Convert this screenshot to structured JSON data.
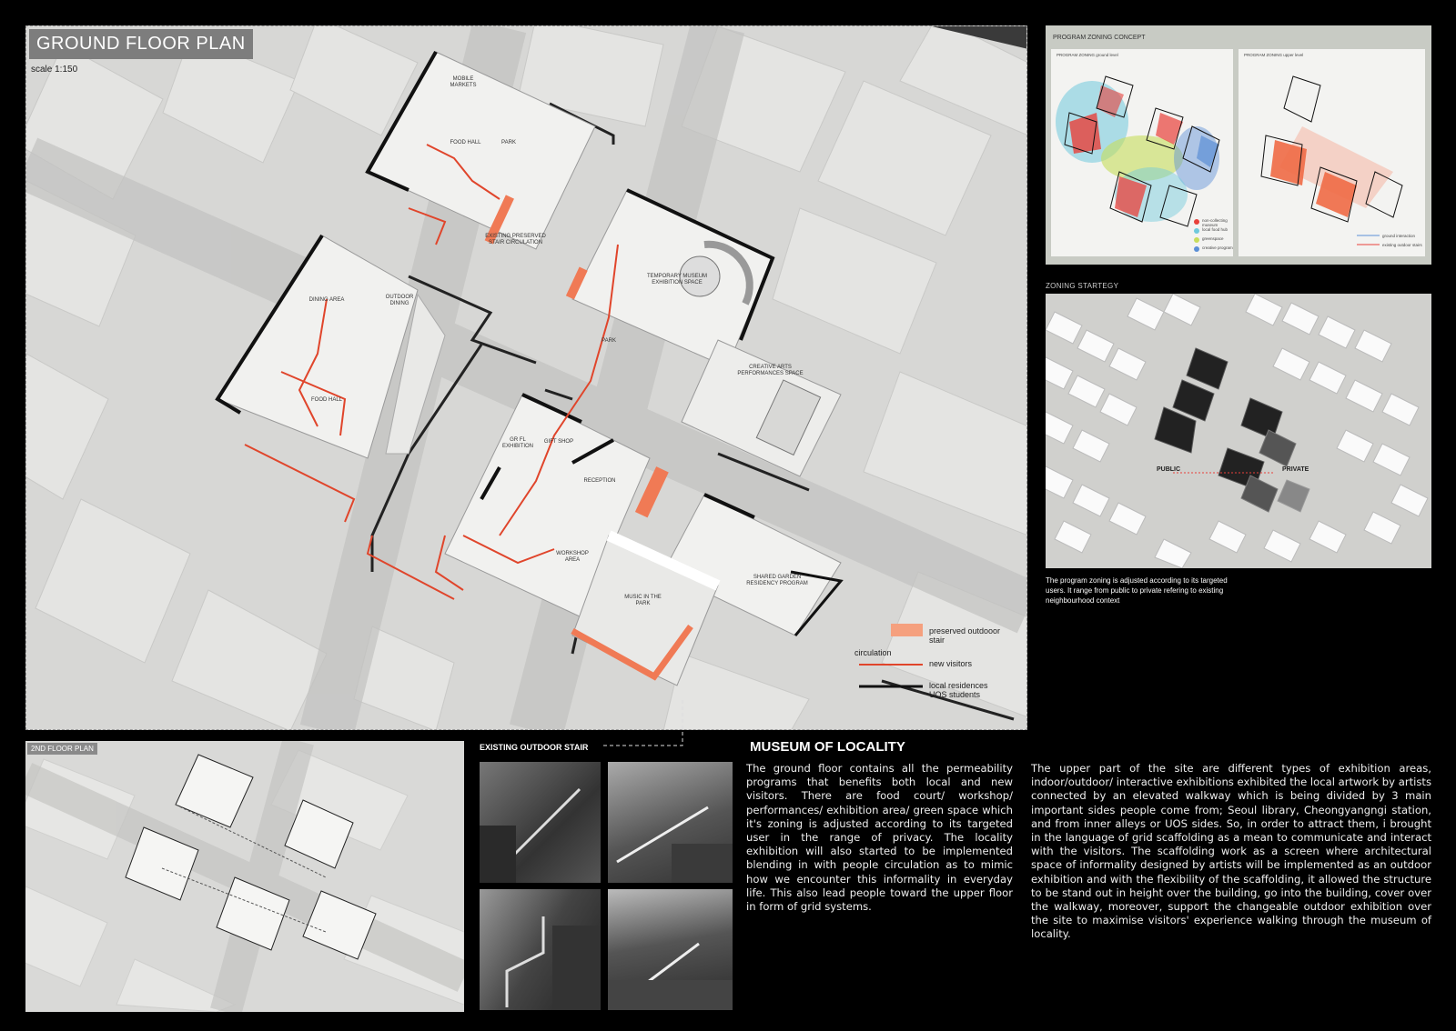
{
  "main_plan": {
    "title": "GROUND FLOOR PLAN",
    "scale": "scale 1:150",
    "labels": {
      "mobile_markets": "MOBILE MARKETS",
      "food_hall_top": "FOOD HALL",
      "park_top": "PARK",
      "existing_stair": "EXISTING PRESERVED STAIR CIRCULATION",
      "dining_area": "DINING AREA",
      "outdoor_dining": "OUTDOOR DINING",
      "food_hall_left": "FOOD HALL",
      "temporary_museum": "TEMPORARY MUSEUM EXHIBITION SPACE",
      "park_mid": "PARK",
      "creative_arts": "CREATIVE ARTS PERFORMANCES SPACE",
      "gr_fl_exhibition": "GR FL EXHIBITION",
      "gift_shop": "GIFT SHOP",
      "reception": "RECEPTION",
      "workshop_area": "WORKSHOP AREA",
      "music_in_park": "MUSIC IN THE PARK",
      "shared_garden": "SHARED GARDEN RESIDENCY PROGRAM"
    },
    "legend": {
      "preserved": "preserved outdooor stair",
      "circulation": "circulation",
      "new_visitors": "new visitors",
      "local": "local residences UOS students"
    }
  },
  "zoning_concept": {
    "title": "PROGRAM ZONING CONCEPT",
    "left_caption": "PROGRAM ZONING ground level",
    "right_caption": "PROGRAM ZONING upper level",
    "legend_left": [
      "non-collecting museum",
      "local food hub",
      "greenspace",
      "creative program"
    ],
    "legend_right": [
      "ground interaction",
      "existing outdoor stairs"
    ],
    "colors": {
      "red": "#e8403a",
      "cyan": "#6fc9dc",
      "green": "#c7dd5c",
      "blue": "#5b8fd6",
      "orange": "#f06a45"
    }
  },
  "zoning_strategy": {
    "title": "ZONING STARTEGY",
    "public": "PUBLIC",
    "private": "PRIVATE",
    "caption": "The program zoning is adjusted according to its targeted users. It range from public to private refering to existing neighbourhood context"
  },
  "second_floor": {
    "title": "2ND FLOOR PLAN"
  },
  "stair_photos": {
    "title": "EXISTING OUTDOOR STAIR"
  },
  "museum": {
    "title": "MUSEUM OF LOCALITY",
    "para1": "The ground floor contains all the permeability programs that benefits both local and new visitors. There are food court/ workshop/ performances/ exhibition area/ green space which it's zoning is adjusted according to its targeted user in the range of privacy. The locality exhibition will also started to be implemented blending in with people circulation as to mimic how we encounter this informality in everyday life. This also lead people toward the upper floor in form of grid systems.",
    "para2": "The upper part of the site are different types of exhibition areas, indoor/outdoor/ interactive exhibitions exhibited the local artwork by artists connected by an elevated walkway which is being divided by 3 main important sides people come from; Seoul library, Cheongyangngi station, and from inner alleys or UOS sides. So, in order to attract them, i brought in the language of grid scaffolding as a mean to communicate and interact with the visitors. The scaffolding work as a screen where architectural space of informality designed by artists will be implemented as an outdoor exhibition and with the flexibility of the scaffolding, it allowed the structure to be stand out in height over the building, go into the building, cover over the walkway, moreover, support the changeable outdoor exhibition over the site to maximise visitors' experience walking through the museum of locality."
  }
}
